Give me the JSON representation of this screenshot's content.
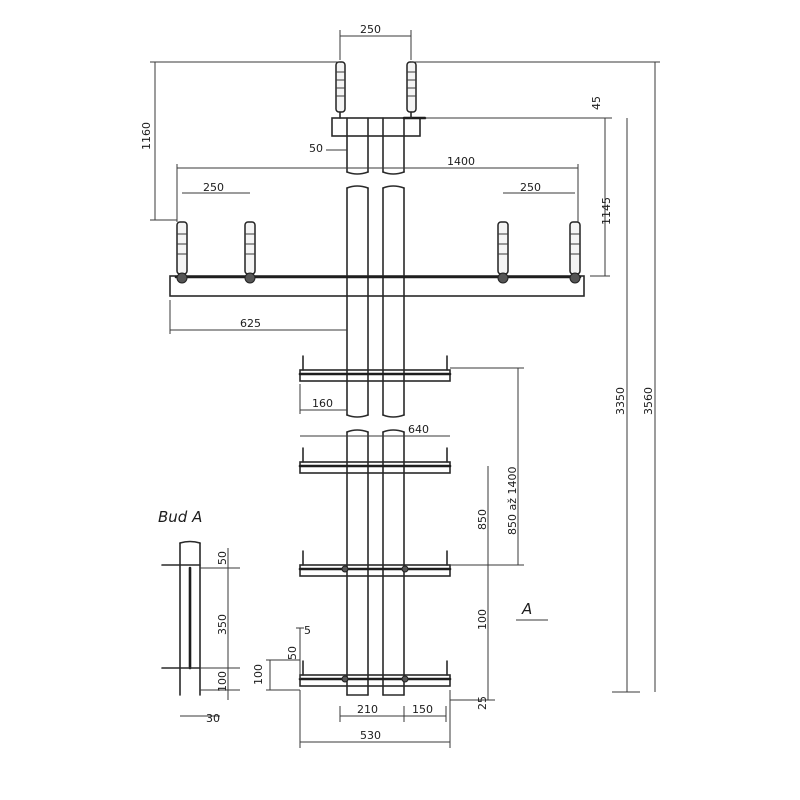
{
  "labels": {
    "top_width": "250",
    "top_height": "1160",
    "top_offset": "50",
    "top_s": "45",
    "arm_width": "1400",
    "left_pair": "250",
    "right_pair": "250",
    "arm_drop": "1145",
    "arm_reach": "625",
    "bracket_offset": "160",
    "bracket_width": "640",
    "spacing_range": "850 až 1400",
    "spacing_850": "850",
    "spacing_100": "100",
    "total_3350": "3350",
    "total_3560": "3560",
    "bottom_5": "5",
    "bottom_50": "50",
    "bottom_100": "100",
    "bottom_25": "25",
    "base_210": "210",
    "base_150": "150",
    "base_total": "530",
    "view_a_title": "Bud A",
    "view_a_marker": "A",
    "detail_50": "50",
    "detail_350": "350",
    "detail_100": "100",
    "detail_30": "30"
  }
}
